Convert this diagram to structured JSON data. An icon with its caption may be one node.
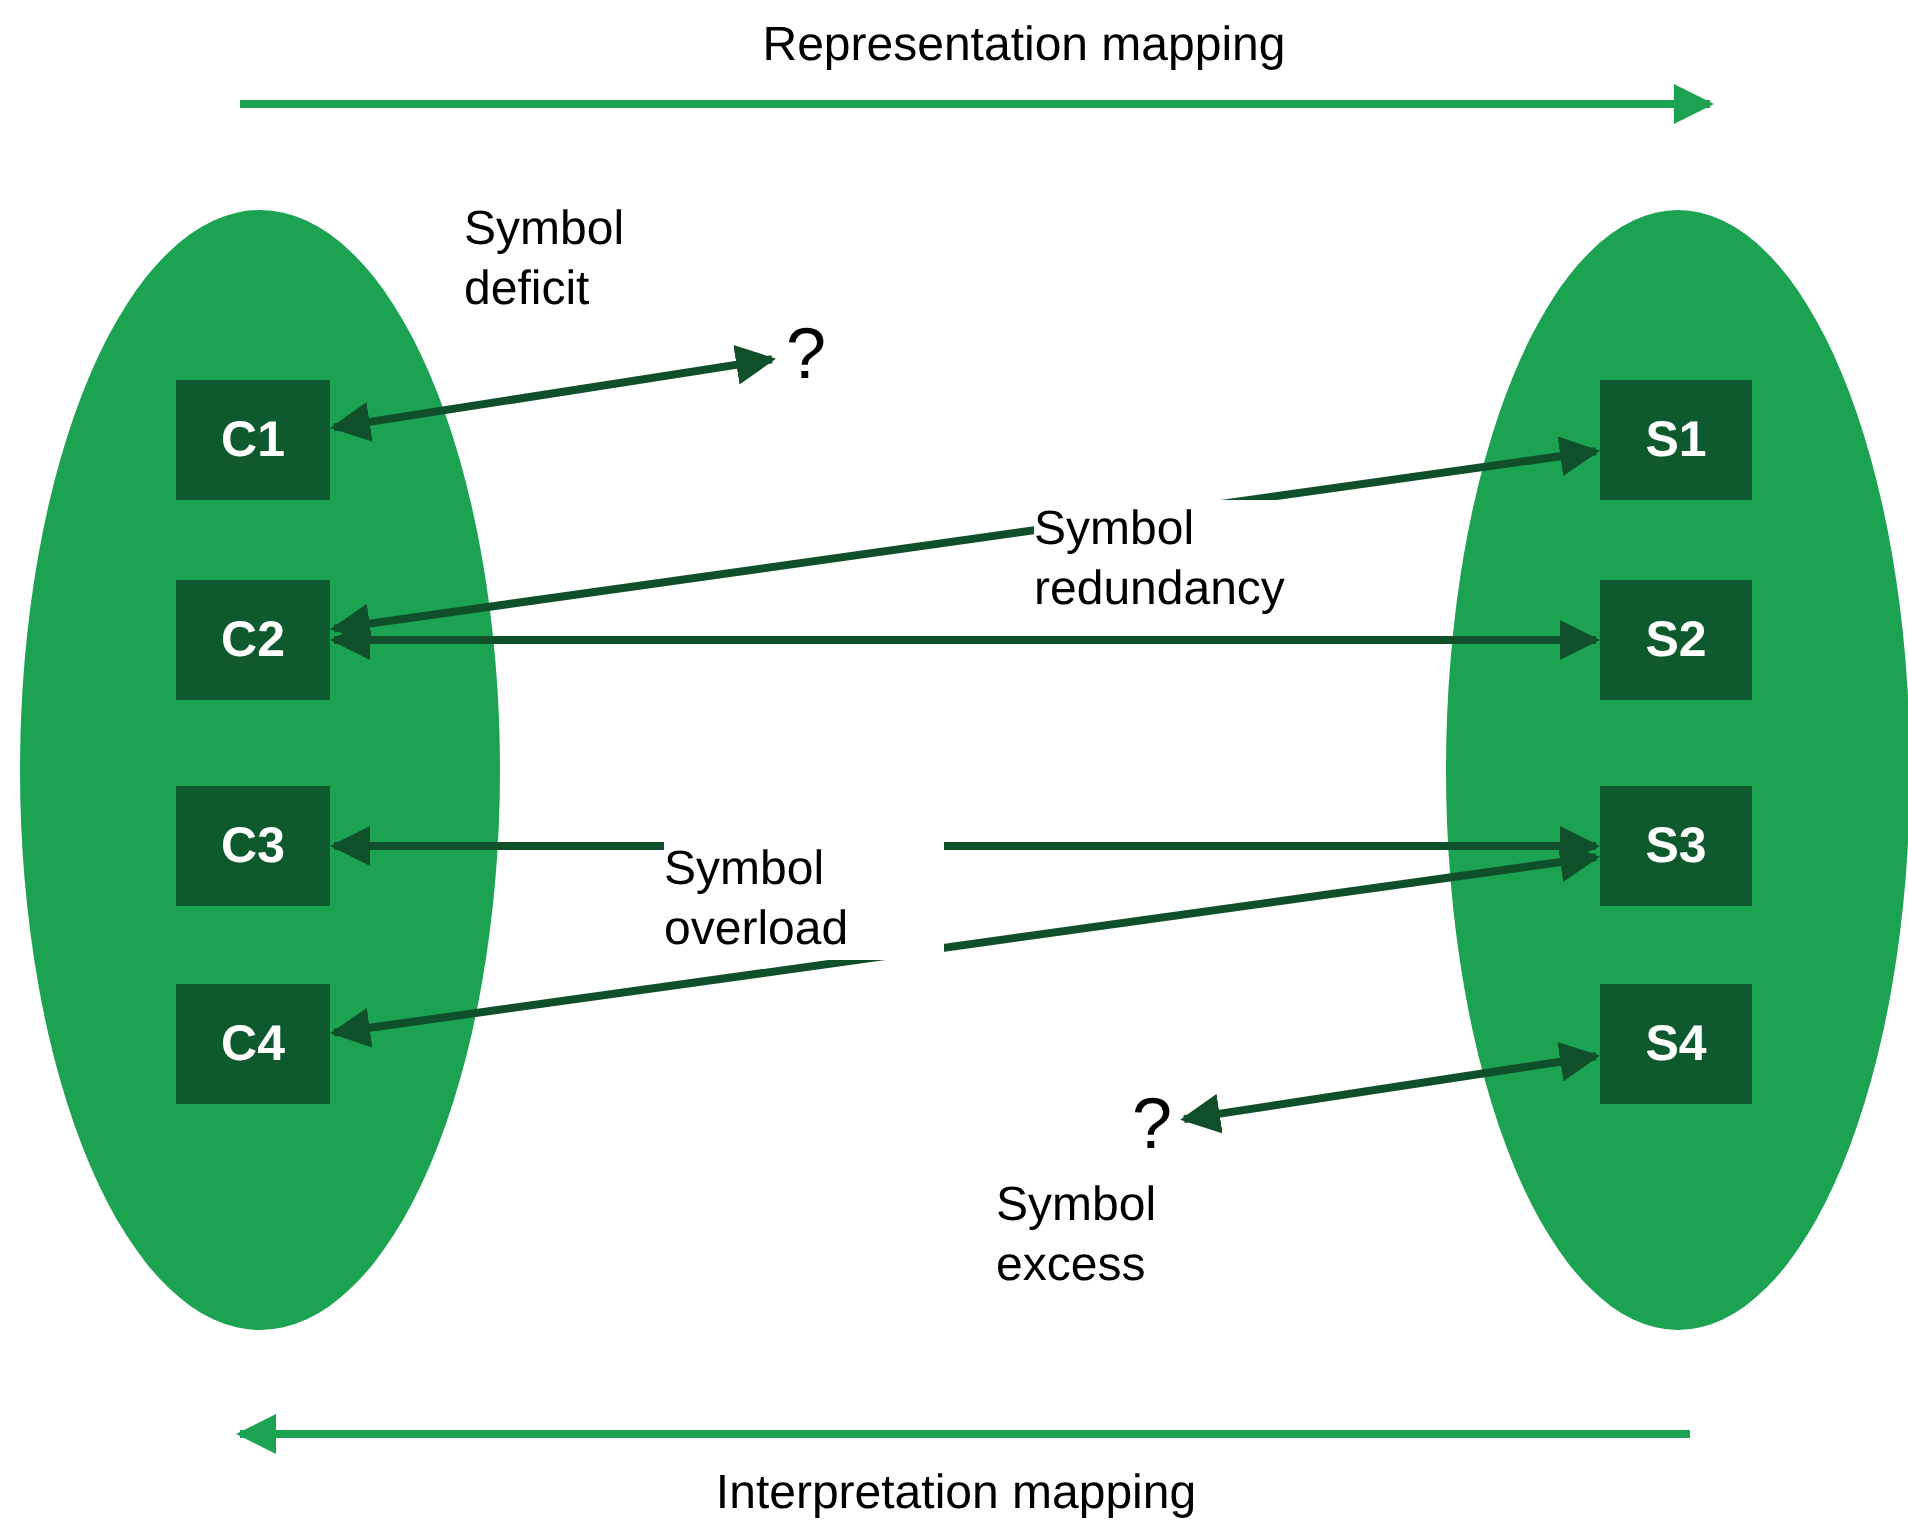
{
  "diagram": {
    "nodes": [
      {
        "text": [],
        "shape": "ellipse"
      },
      {
        "text": [
          "C1"
        ],
        "in": 0
      },
      {
        "text": [
          "C2"
        ],
        "in": 0
      },
      {
        "text": [
          "C3"
        ],
        "in": 0
      },
      {
        "text": [
          "C4"
        ],
        "in": 0
      },
      {
        "text": [
          "?"
        ]
      },
      {
        "text": [],
        "shape": "ellipse"
      },
      {
        "text": [
          "S1"
        ],
        "in": 6
      },
      {
        "text": [
          "S2"
        ],
        "in": 6
      },
      {
        "text": [
          "S3"
        ],
        "in": 6
      },
      {
        "text": [
          "S4"
        ],
        "in": 6
      },
      {
        "text": [
          "?"
        ]
      }
    ],
    "edges": [
      {
        "from": 1,
        "to": 5,
        "arrow": "both"
      },
      {
        "from": 7,
        "to": 2,
        "arrow": "both"
      },
      {
        "from": 2,
        "to": 8,
        "arrow": "both"
      },
      {
        "from": 3,
        "to": 9,
        "arrow": "both"
      },
      {
        "from": 4,
        "to": 9,
        "arrow": "both"
      },
      {
        "from": 10,
        "to": 11,
        "arrow": "both"
      }
    ],
    "labels": [
      "Representation mapping",
      "Symbol deficit",
      "Symbol redundancy",
      "Symbol overload",
      "Symbol excess",
      "Interpretation mapping"
    ]
  }
}
